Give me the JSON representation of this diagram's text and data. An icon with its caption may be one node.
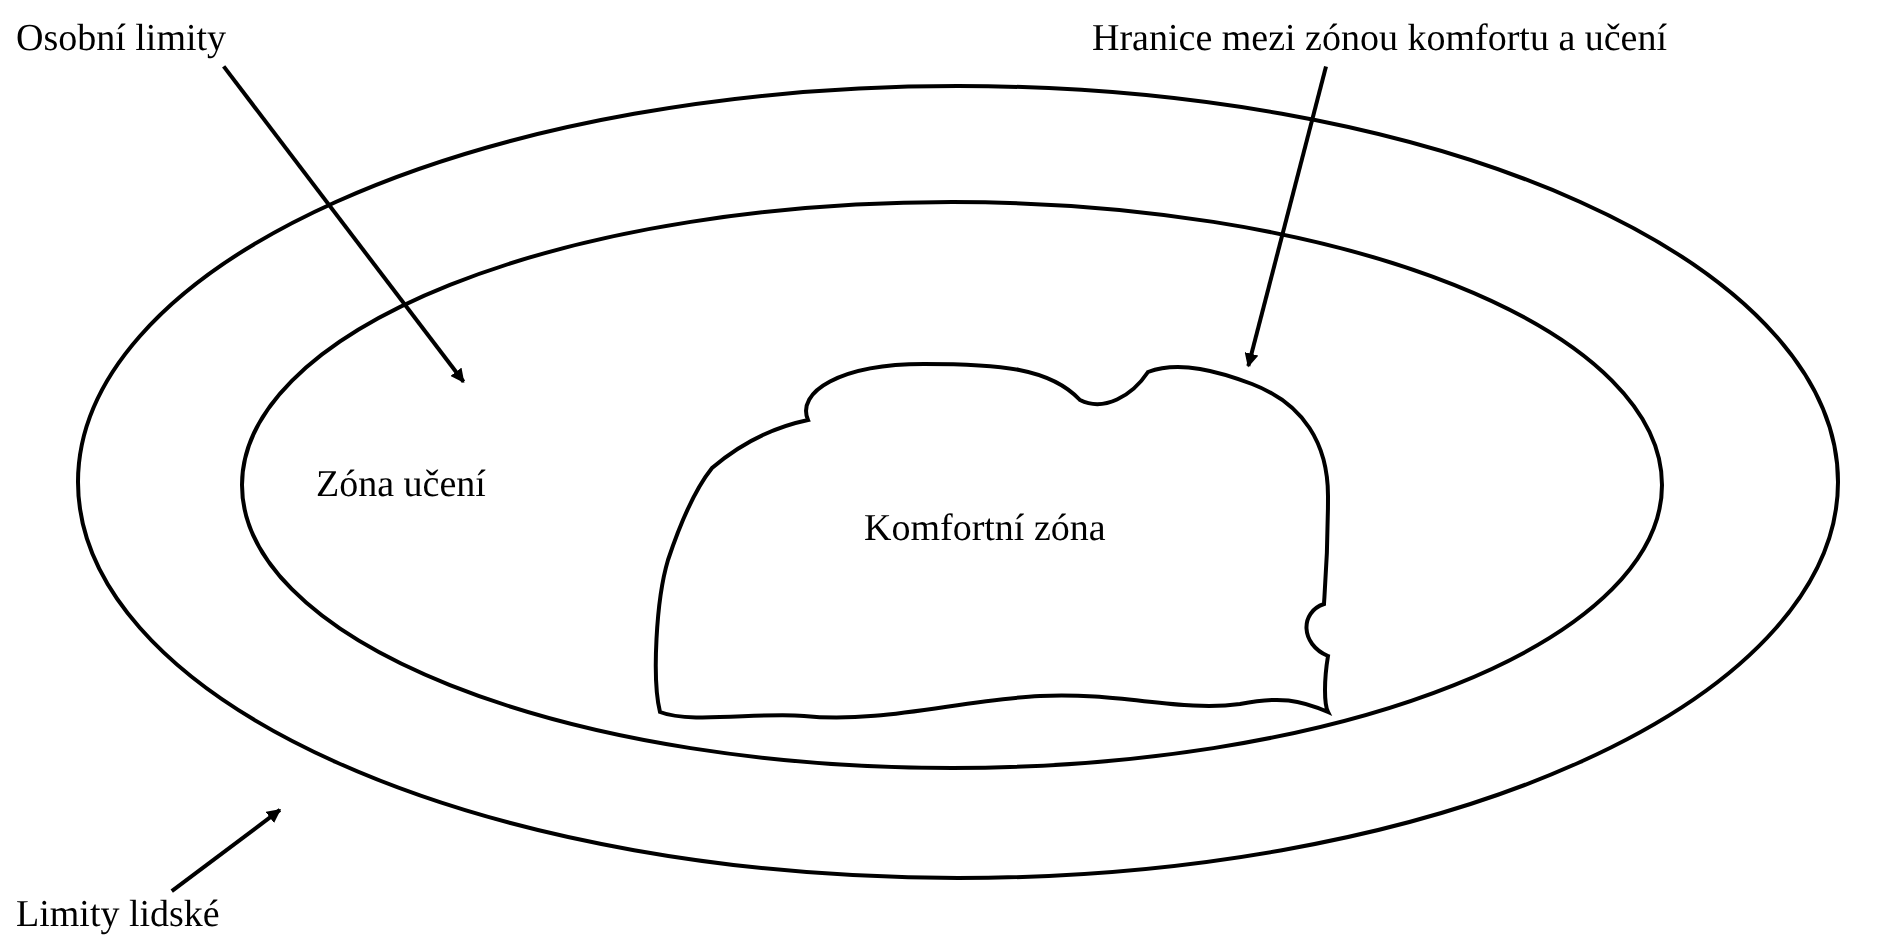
{
  "diagram": {
    "nodes": [
      {
        "text": [
          "Osobní limity"
        ]
      },
      {
        "text": [
          "Hranice mezi zónou komfortu a učení"
        ]
      },
      {
        "text": [],
        "shape": "ellipse"
      },
      {
        "text": [
          "Zóna učení"
        ],
        "in": 2
      },
      {
        "text": [
          "Komfortní zóna"
        ],
        "in": 3
      },
      {
        "text": [
          "Limity lidské"
        ]
      }
    ],
    "edges": [
      {
        "from": 0,
        "to": 3,
        "arrow": "to"
      },
      {
        "from": 1,
        "to": 4,
        "arrow": "to"
      },
      {
        "from": 5,
        "to": 2,
        "arrow": "to"
      }
    ]
  }
}
